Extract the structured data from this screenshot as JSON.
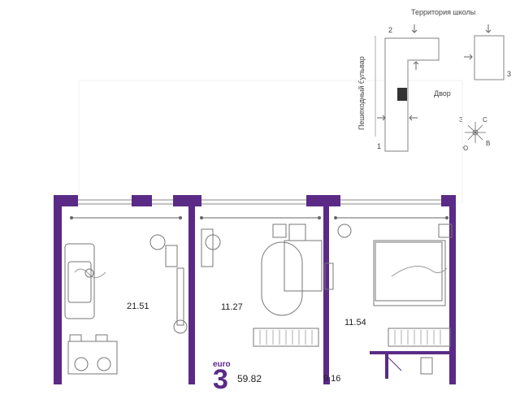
{
  "site_plan": {
    "school_label": "Территория школы",
    "boulevard_label": "Пешеходный бульвар",
    "yard_label": "Двор",
    "section_numbers": [
      "1",
      "2",
      "3"
    ],
    "compass": {
      "west": "З",
      "north": "С",
      "south": "Ю",
      "east": "В"
    }
  },
  "apartment": {
    "badge_prefix": "euro",
    "rooms": "3",
    "total_area": "59.82",
    "living_room_area": "21.51",
    "bedroom1_area": "11.27",
    "bedroom2_area": "11.54",
    "hall_area": "9.16"
  },
  "colors": {
    "wall": "#5b2a86",
    "line": "#555555",
    "furniture": "#777777",
    "building": "#9a9a9a"
  }
}
